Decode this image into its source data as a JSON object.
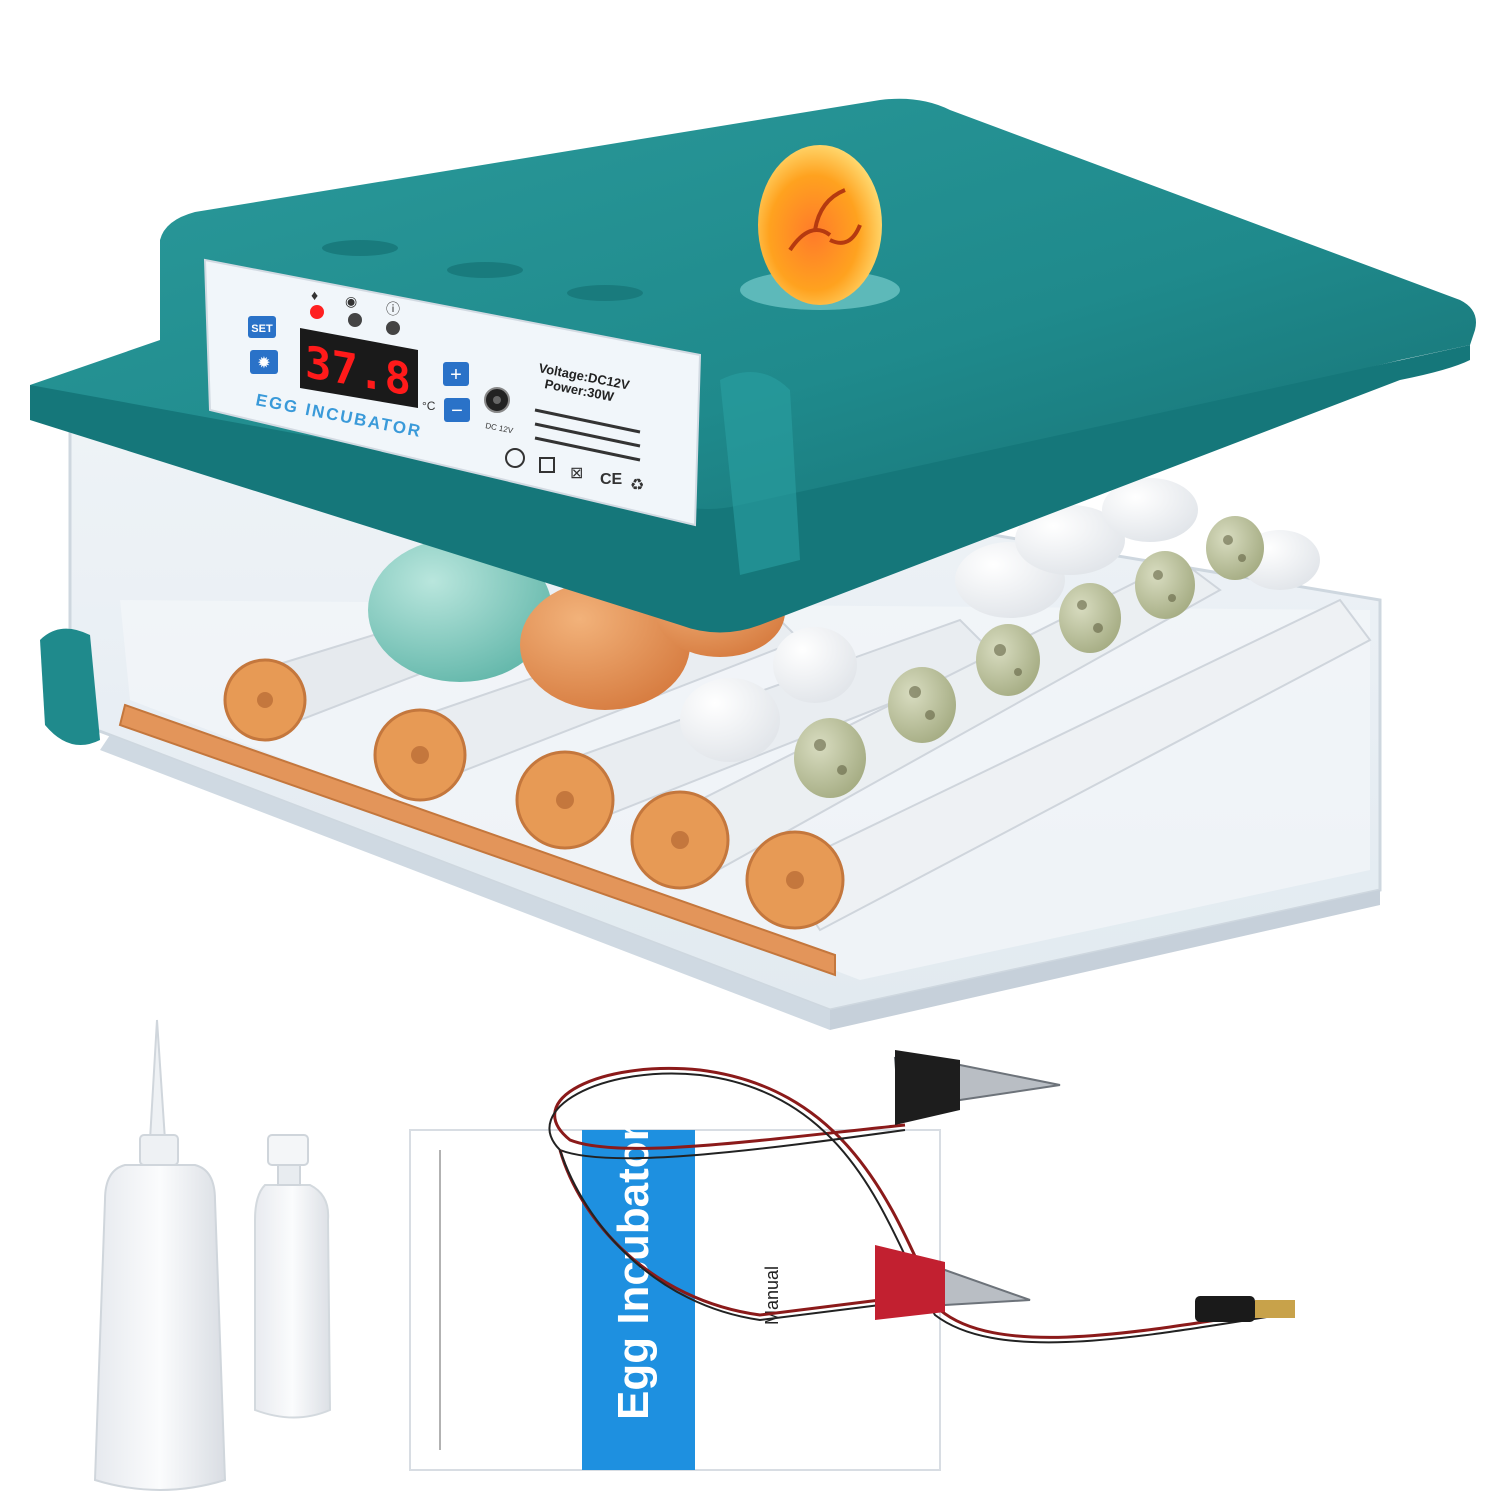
{
  "colors": {
    "background": "#ffffff",
    "lid_teal": "#1f8a8c",
    "lid_teal_dark": "#126a6c",
    "lid_teal_light": "#3aa9aa",
    "panel": "#eef4f8",
    "display_red": "#ff1a1a",
    "gear_orange": "#e79a55",
    "manual_blue": "#1e90e0",
    "egg_candle": "#ffb020"
  },
  "control_panel": {
    "set_button": "SET",
    "display_value": "37.8",
    "unit": "°C",
    "plus_button": "+",
    "minus_button": "−",
    "brand_label": "EGG INCUBATOR",
    "voltage": "Voltage:DC12V",
    "power": "Power:30W",
    "dc_jack_label": "DC 12V",
    "ce_mark": "CE"
  },
  "manual": {
    "title": "Egg Incubator",
    "subtitle": "Manual"
  },
  "accessories": [
    "dropper-bottle",
    "spray-bottle",
    "instruction-manual",
    "battery-clip-cable"
  ]
}
